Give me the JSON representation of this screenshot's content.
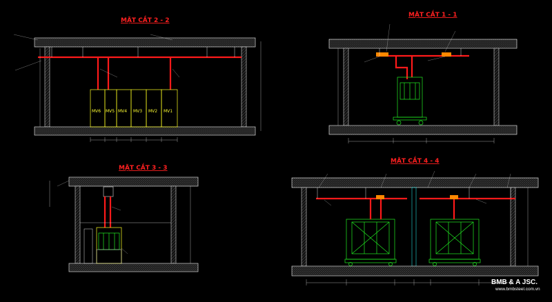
{
  "sections": {
    "s22": {
      "title": "MẶT CẮT 2 - 2",
      "panels": [
        "MV6",
        "MV5",
        "MV4",
        "MV3",
        "MV2",
        "MV1"
      ]
    },
    "s11": {
      "title": "MẶT CẮT 1 - 1"
    },
    "s33": {
      "title": "MẶT CẮT 3 - 3"
    },
    "s44": {
      "title": "MẶT CẮT 4 - 4"
    }
  },
  "watermark": {
    "company": "BMB & A JSC.",
    "url": "www.bmbsteel.com.vn"
  },
  "colors": {
    "background": "#000000",
    "title": "#ff2020",
    "cable_tray": "#ff1a1a",
    "equipment": "#22ee22",
    "panels": "#ffff22"
  }
}
